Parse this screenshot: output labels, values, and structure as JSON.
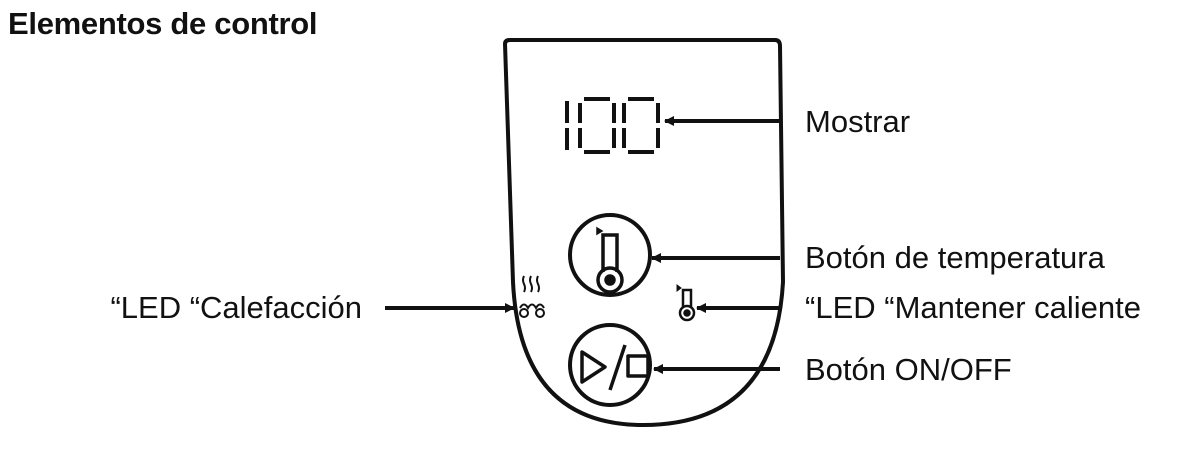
{
  "title": "Elementos de control",
  "display": {
    "value": "100"
  },
  "labels": {
    "display": "Mostrar",
    "temperature_button": "Botón de temperatura",
    "heating_led": "“LED “Calefacción",
    "keep_warm_led": "“LED “Mantener caliente",
    "power_button": "Botón ON/OFF"
  },
  "colors": {
    "line": "#111111",
    "background": "#ffffff"
  }
}
